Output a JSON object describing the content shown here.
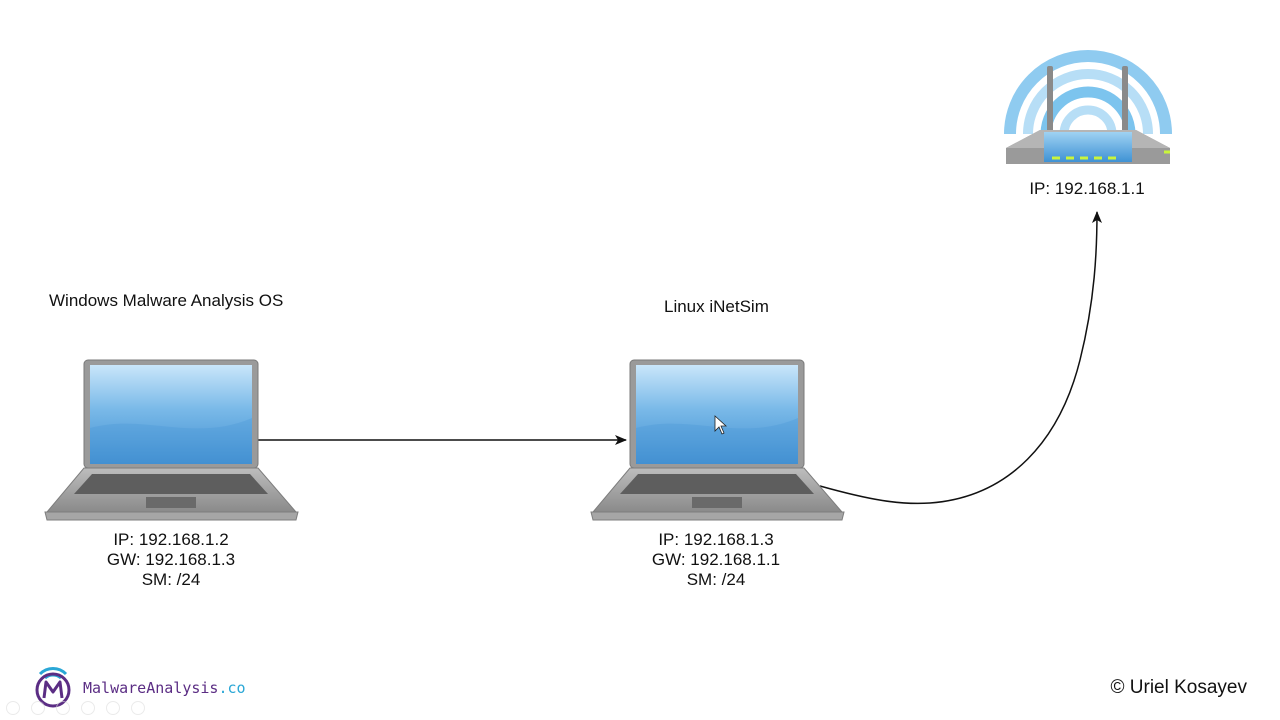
{
  "nodes": {
    "windows": {
      "title": "Windows Malware Analysis OS",
      "ip": "IP: 192.168.1.2",
      "gw": "GW: 192.168.1.3",
      "sm": "SM: /24"
    },
    "linux": {
      "title": "Linux iNetSim",
      "ip": "IP: 192.168.1.3",
      "gw": "GW: 192.168.1.1",
      "sm": "SM: /24"
    },
    "router": {
      "ip": "IP: 192.168.1.1"
    }
  },
  "footer": {
    "brand_name": "MalwareAnalysis",
    "brand_tld": ".co",
    "copyright": "© Uriel Kosayev"
  },
  "colors": {
    "screen_blue": "#5aa6dd",
    "laptop_gray": "#8f8f8f",
    "wifi_blue": "#7cc4ee",
    "led_green": "#c9f53b",
    "brand_purple": "#5b2d84",
    "brand_cyan": "#2aa7d6"
  }
}
